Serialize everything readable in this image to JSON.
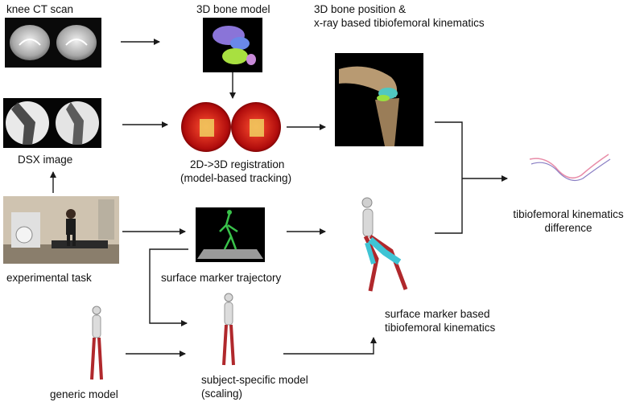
{
  "labels": {
    "ct_scan": "knee CT scan",
    "bone_model": "3D bone model",
    "bone_position_line1": "3D bone position &",
    "bone_position_line2": "x-ray based tibiofemoral kinematics",
    "dsx_image": "DSX image",
    "registration_line1": "2D->3D registration",
    "registration_line2": "(model-based tracking)",
    "experimental_task": "experimental task",
    "surface_marker_trajectory": "surface marker trajectory",
    "kinematics_difference_line1": "tibiofemoral kinematics",
    "kinematics_difference_line2": "difference",
    "surface_marker_based_line1": "surface marker based",
    "surface_marker_based_line2": "tibiofemoral kinematics",
    "generic_model": "generic model",
    "subject_specific_line1": "subject-specific model",
    "subject_specific_line2": "(scaling)"
  },
  "colors": {
    "arrow": "#1a1a1a",
    "registration_red": "#d01818",
    "bone_tan": "#b89a72",
    "trajectory_green": "#39c24a",
    "muscle_red": "#b0282c",
    "skeleton_grey": "#d8d8d8",
    "marker_cyan": "#3fc4d4",
    "curve_pink": "#e88ca8",
    "curve_purple": "#8a7fc4"
  }
}
